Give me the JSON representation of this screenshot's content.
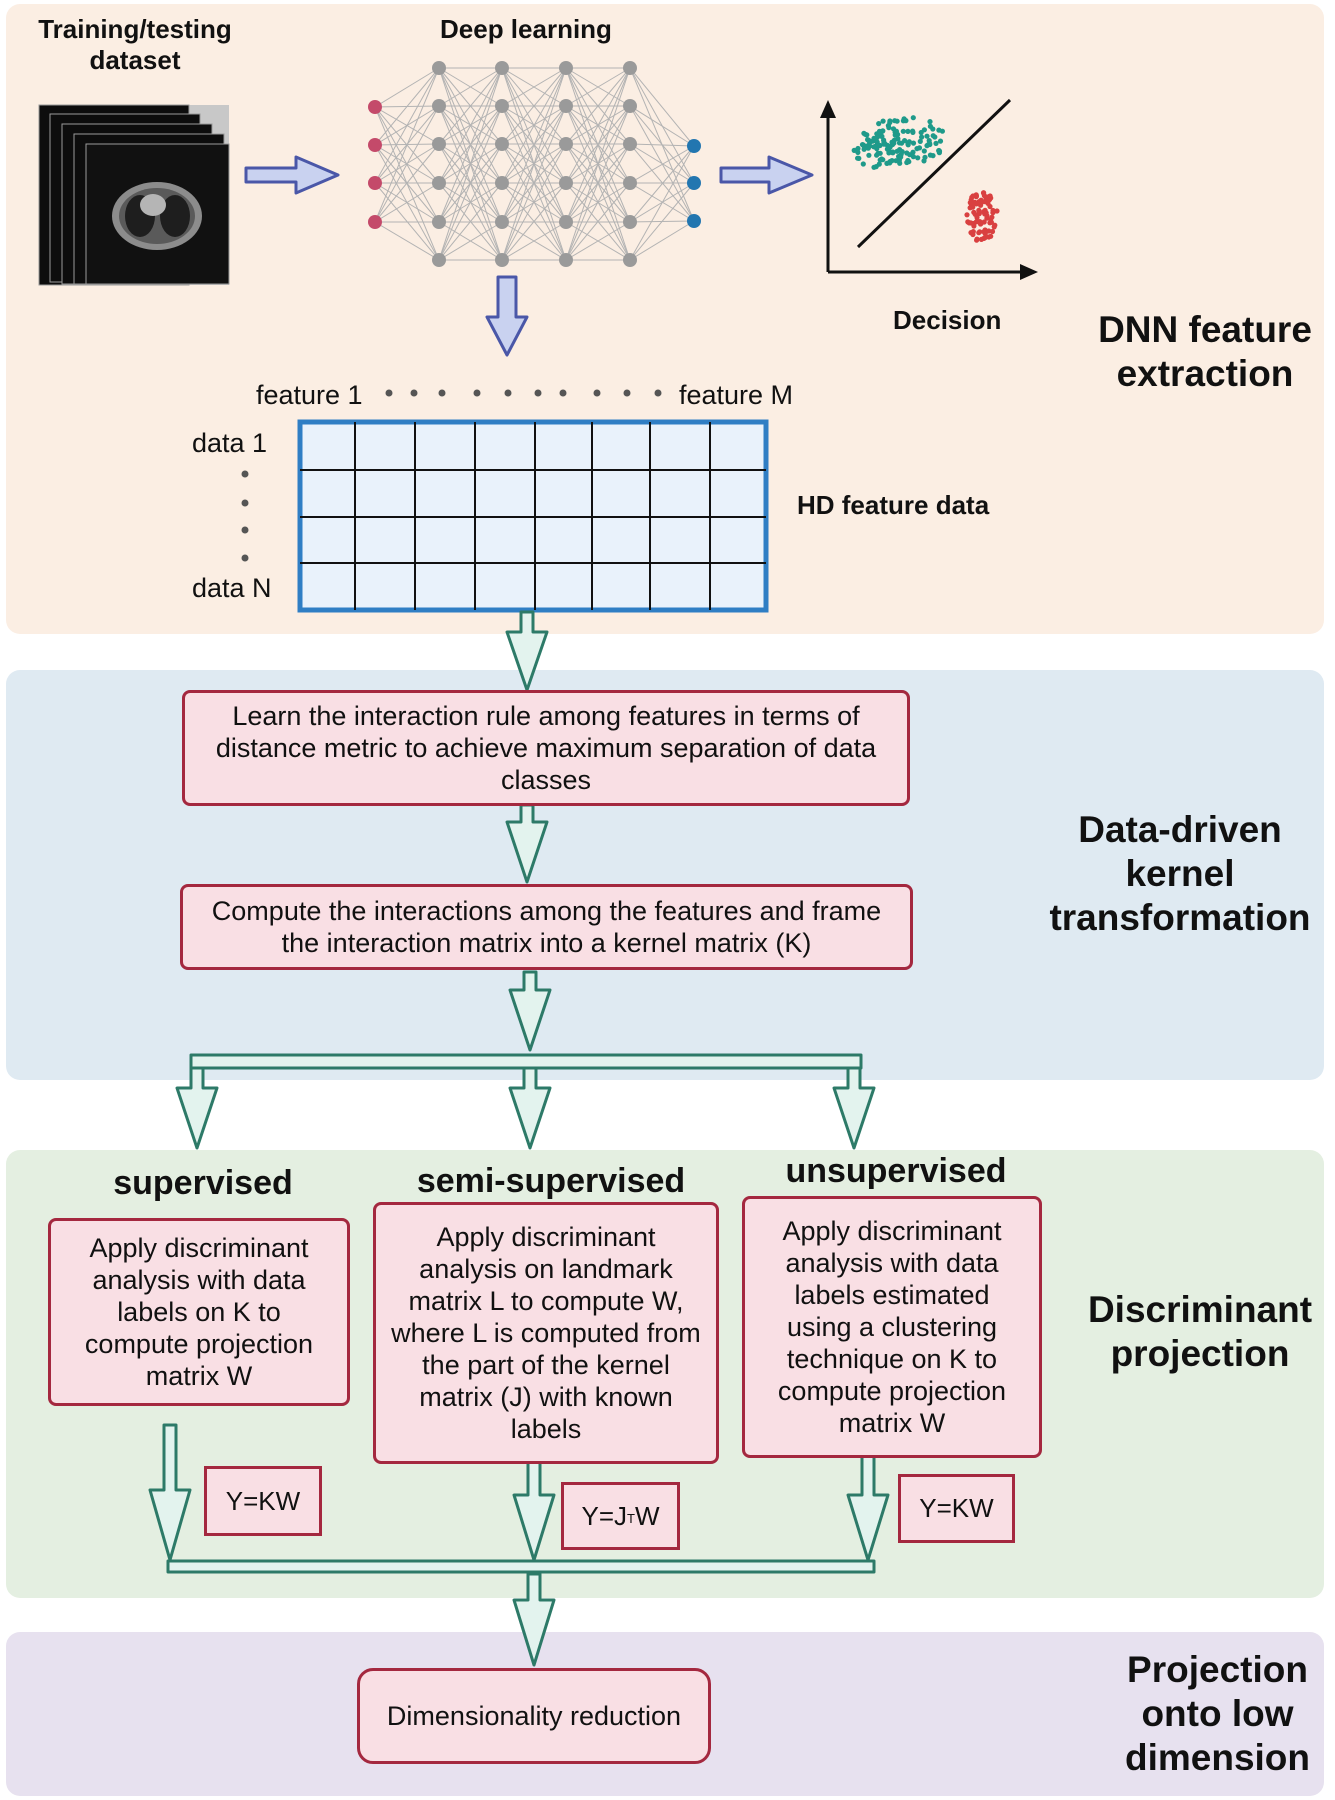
{
  "sections": {
    "dnn": "DNN feature extraction",
    "kernel": "Data-driven kernel transformation",
    "discriminant": "Discriminant projection",
    "projection": "Projection onto low dimension"
  },
  "top": {
    "dataset_label": "Training/testing dataset",
    "deep_learning_label": "Deep learning",
    "decision_label": "Decision",
    "feature_first": "feature 1",
    "feature_last": "feature M",
    "data_first": "data 1",
    "data_last": "data N",
    "hd_label": "HD feature data"
  },
  "kernel": {
    "step1": "Learn the interaction rule among features in terms of distance metric to achieve maximum separation of data classes",
    "step2": "Compute the interactions among the features and frame the interaction matrix into a kernel matrix (K)"
  },
  "branches": {
    "supervised": {
      "title": "supervised",
      "text": "Apply discriminant analysis with data labels on K to compute projection matrix W",
      "equation": "Y=KW"
    },
    "semi": {
      "title": "semi-supervised",
      "text": "Apply discriminant analysis on landmark matrix L to compute W, where L is computed from the part of the kernel  matrix (J) with known labels",
      "eq_base": "Y=J",
      "eq_sup": "T",
      "eq_tail": "W"
    },
    "unsupervised": {
      "title": "unsupervised",
      "text": "Apply discriminant analysis with data labels estimated using a clustering technique on K to compute projection matrix W",
      "equation": "Y=KW"
    },
    "final": "Dimensionality reduction"
  },
  "colors": {
    "arrow_fill": "#e3f3ee",
    "arrow_stroke": "#2d7a68",
    "grid_border": "#2f7ec4",
    "box_border": "#a4283f"
  }
}
